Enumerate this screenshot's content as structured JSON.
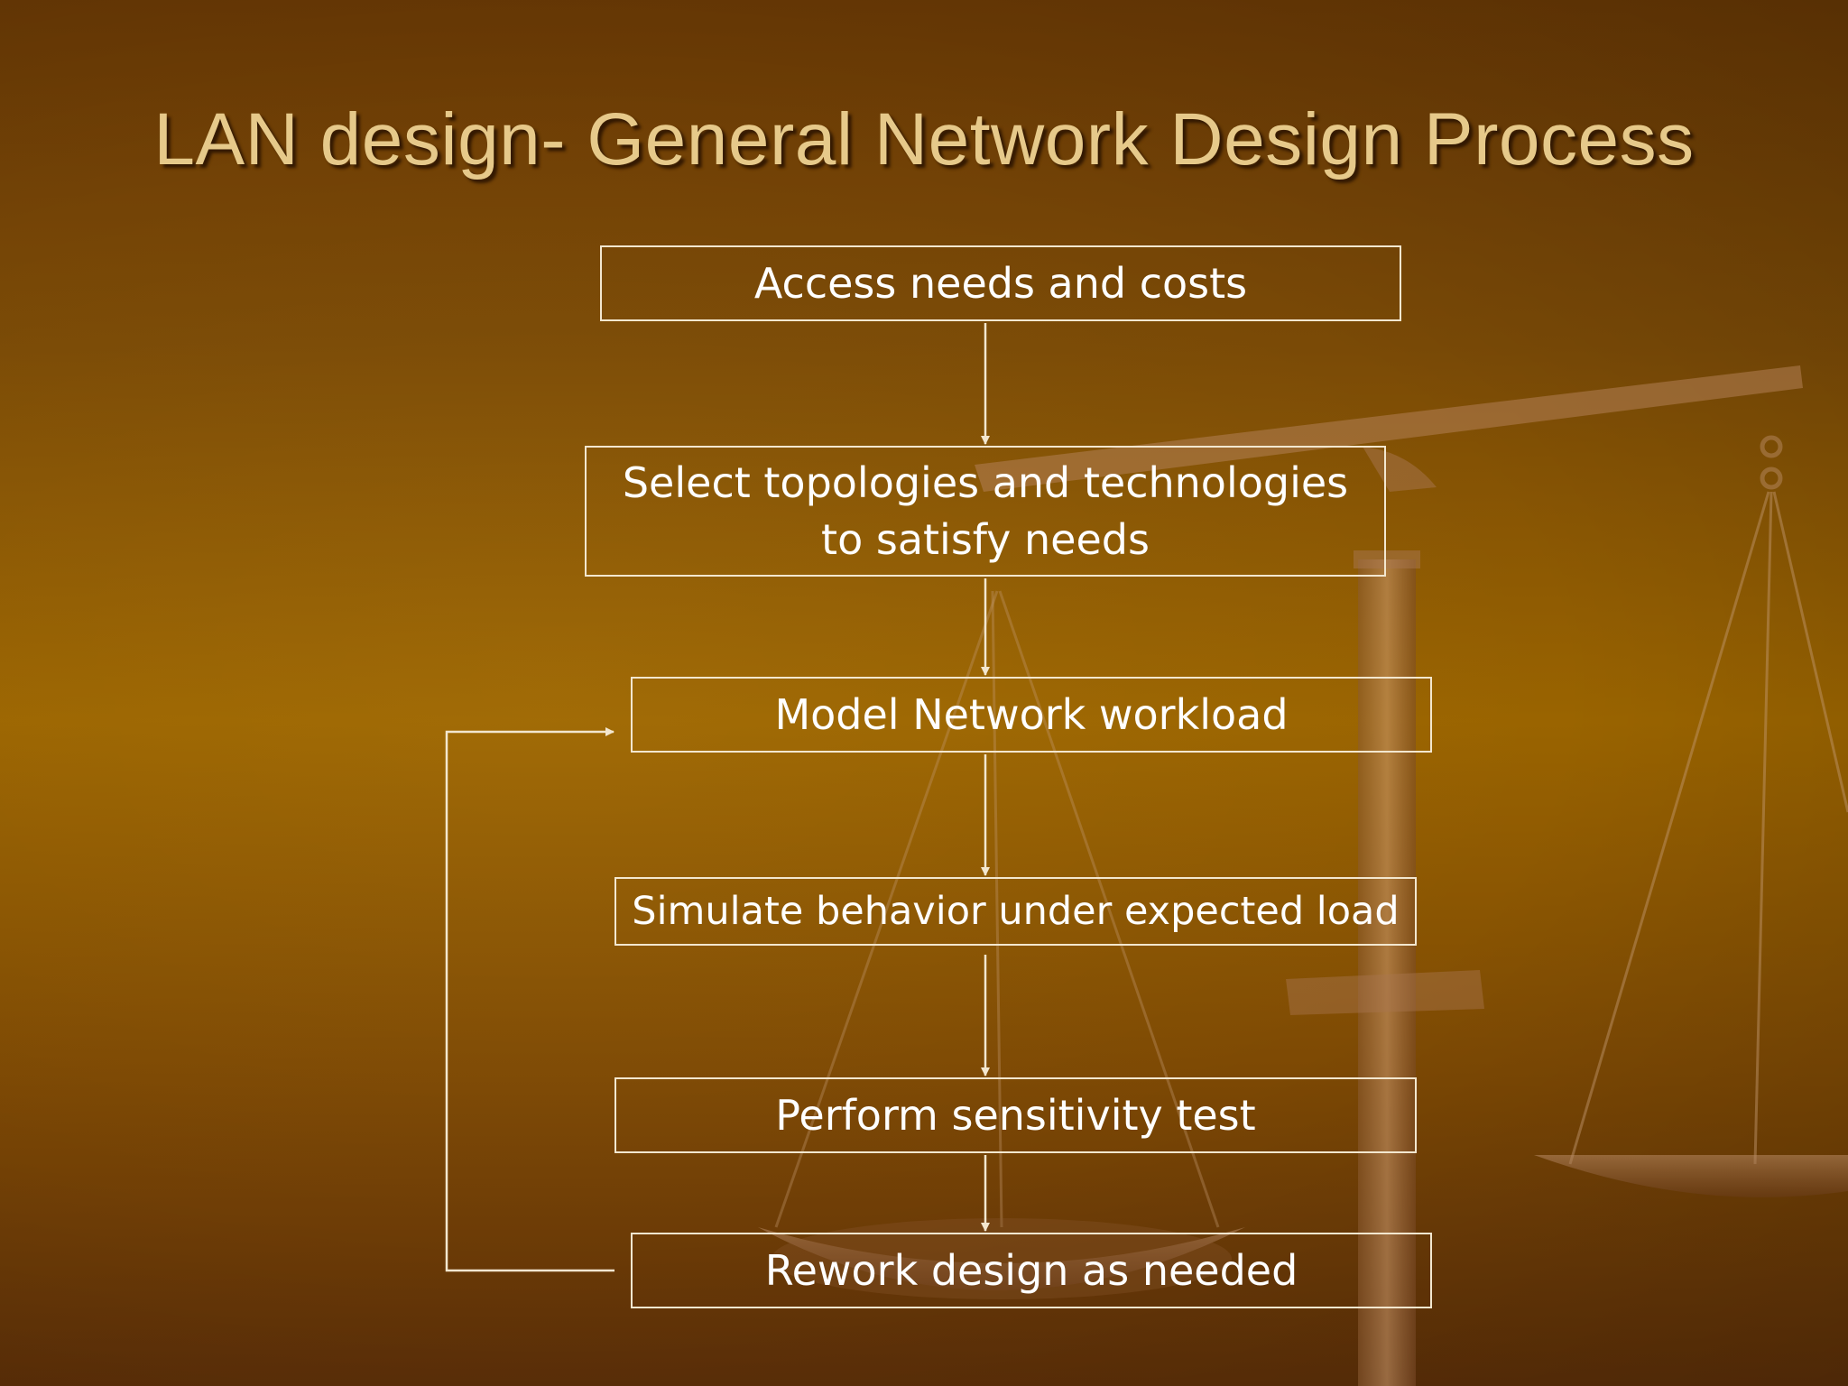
{
  "slide": {
    "title": "LAN design- General Network Design Process"
  },
  "flow": {
    "steps": [
      "Access needs and costs",
      "Select topologies and technologies to satisfy needs",
      "Model Network workload",
      "Simulate behavior under expected load",
      "Perform sensitivity test",
      "Rework design as needed"
    ]
  },
  "colors": {
    "line": "#f3e7cf",
    "title": "#e6c98a",
    "background": "#8a5a05"
  }
}
